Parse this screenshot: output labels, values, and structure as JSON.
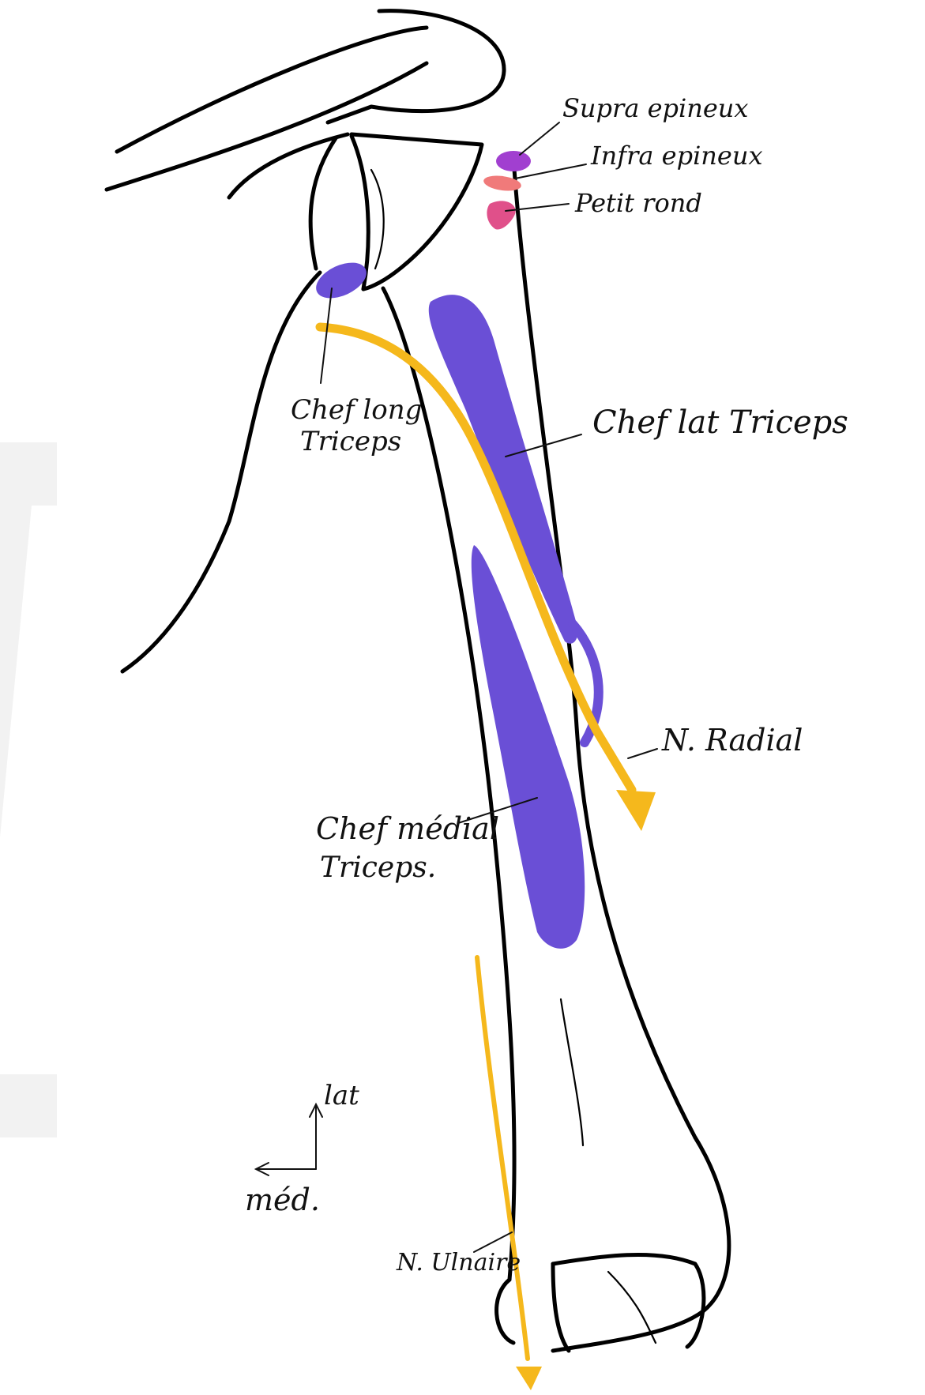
{
  "diagram": {
    "colors": {
      "outline": "#000000",
      "triceps": "#6a4fd6",
      "nerve": "#f5b81c",
      "supra": "#a13fd0",
      "infra": "#f07a7a",
      "petit_rond": "#e0508a",
      "watermark": "#f2f2f2"
    },
    "labels": {
      "supra": "Supra epineux",
      "infra": "Infra epineux",
      "petit_rond": "Petit rond",
      "chef_long_l1": "Chef long",
      "chef_long_l2": "Triceps",
      "chef_lat": "Chef lat Triceps",
      "chef_med_l1": "Chef médial",
      "chef_med_l2": "Triceps.",
      "radial": "N. Radial",
      "ulnaire": "N. Ulnaire",
      "orient_up": "lat",
      "orient_side": "méd."
    }
  }
}
